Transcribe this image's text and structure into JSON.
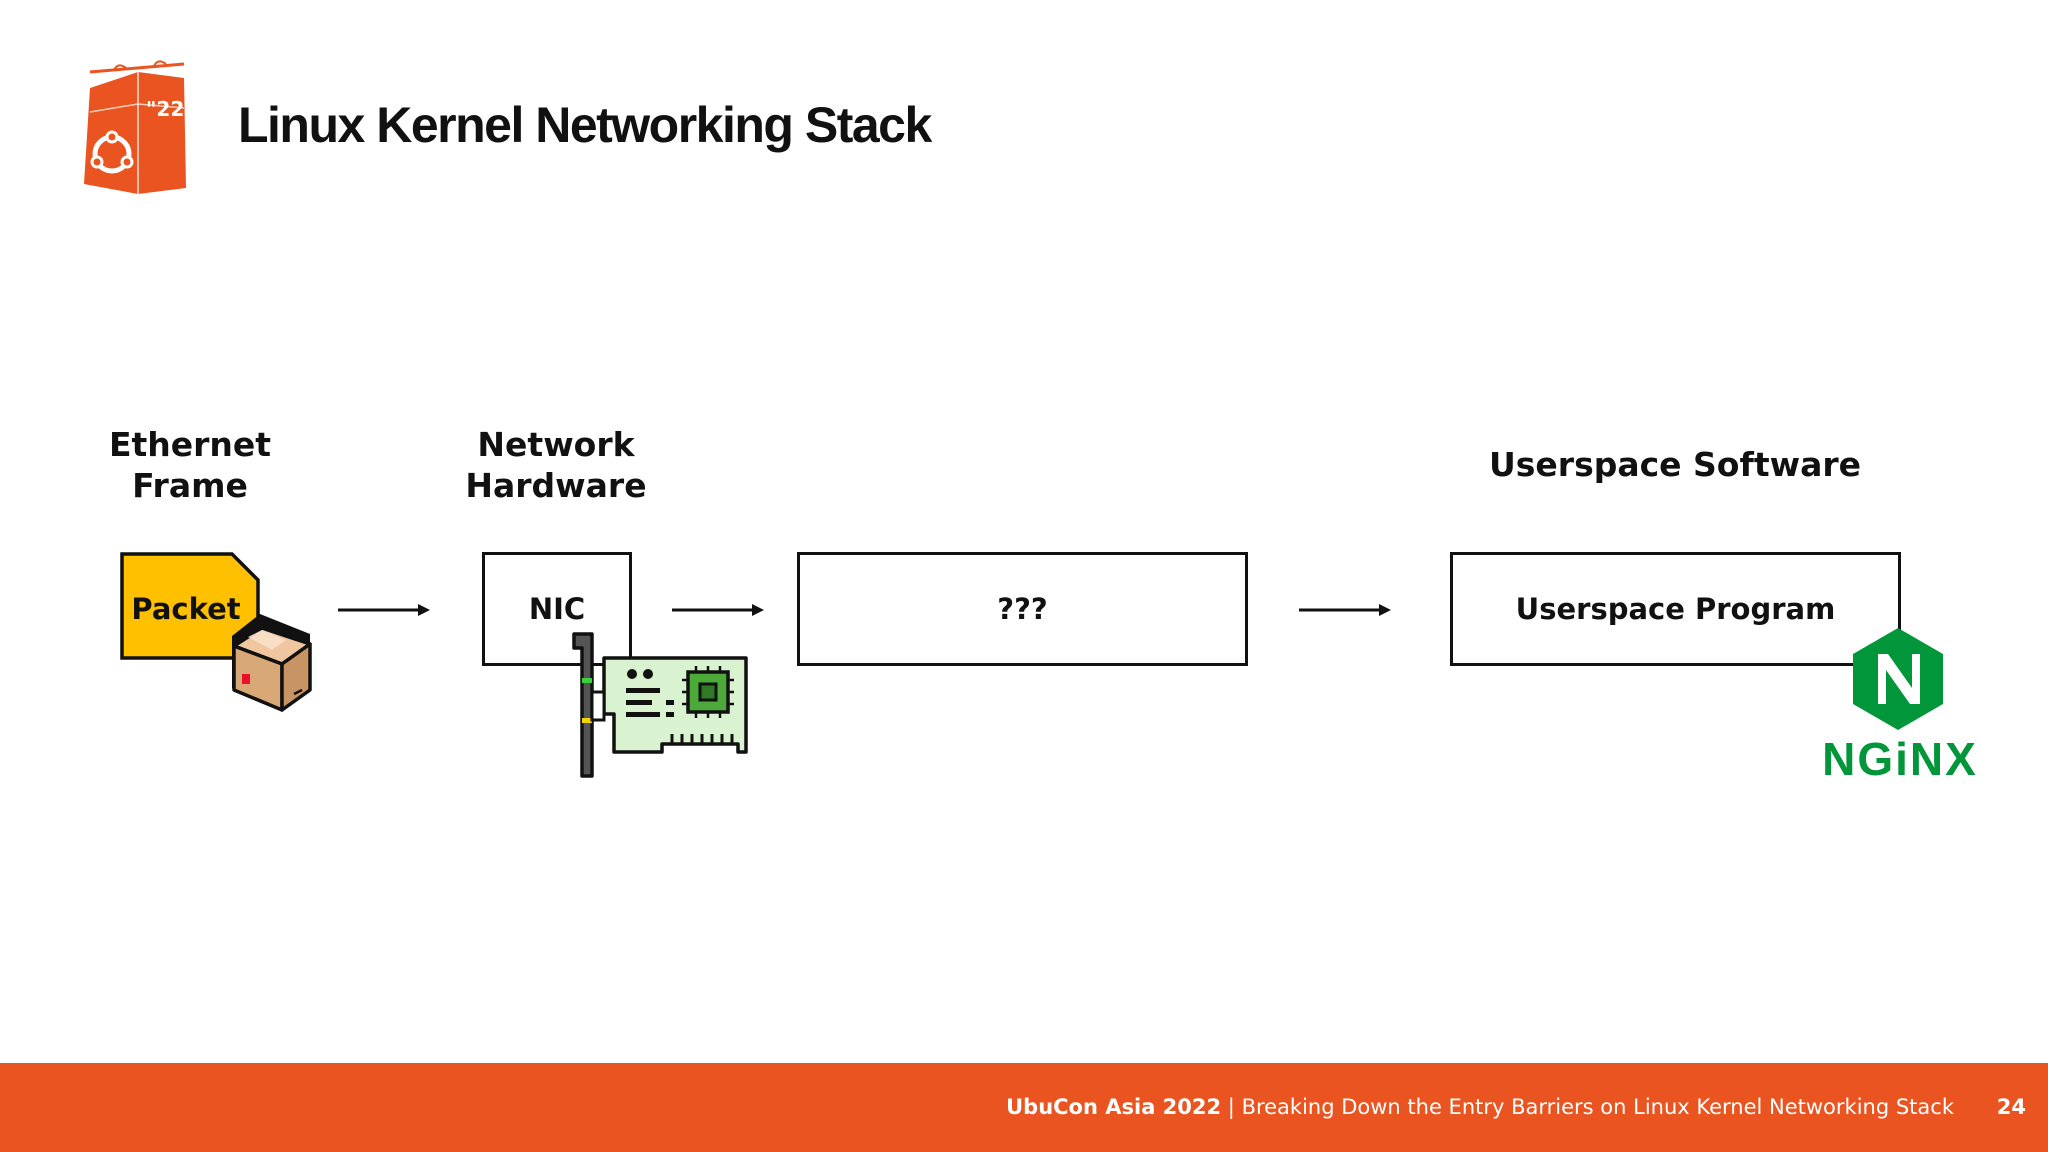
{
  "slide": {
    "title": "Linux Kernel Networking Stack",
    "logo_text": "\"22"
  },
  "diagram": {
    "headings": {
      "ethernet_frame": "Ethernet Frame",
      "network_hardware": "Network Hardware",
      "userspace_software": "Userspace Software"
    },
    "nodes": {
      "packet": "Packet",
      "nic": "NIC",
      "unknown": "???",
      "userspace_program": "Userspace Program"
    },
    "nginx_logo_text": "NGiNX"
  },
  "footer": {
    "event": "UbuCon Asia 2022",
    "separator": " | ",
    "talk": "Breaking Down the Entry Barriers on Linux Kernel Networking Stack",
    "page": "24"
  },
  "colors": {
    "brand_orange": "#e95420",
    "packet_yellow": "#ffc000",
    "nginx_green": "#009639"
  }
}
